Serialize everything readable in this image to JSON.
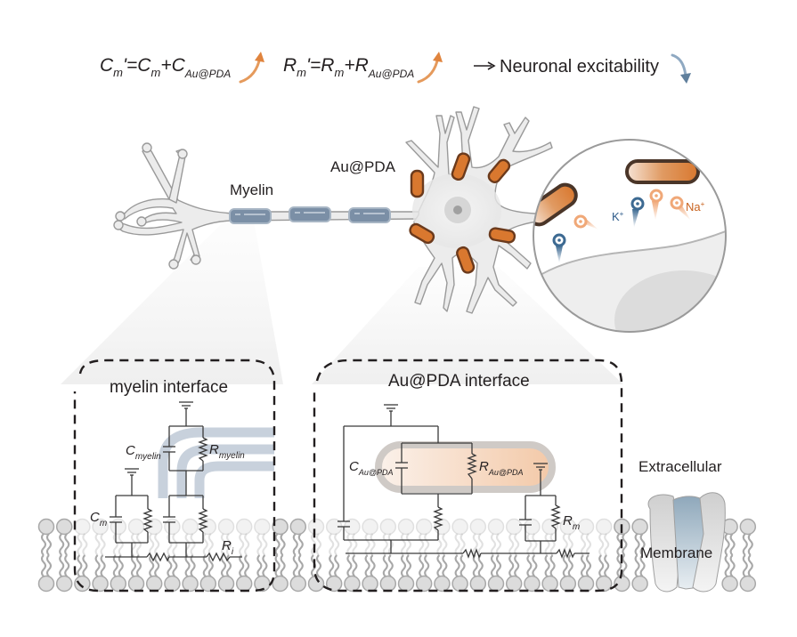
{
  "equation": {
    "cm_prime": "C",
    "cm_prime_sub": "m",
    "cm_prime_tail": "'=C",
    "cm_sub": "m",
    "cm_plus": "+C",
    "cm_au_sub": "Au@PDA",
    "rm_prime": "R",
    "rm_prime_sub": "m",
    "rm_prime_tail": "'=R",
    "rm_sub": "m",
    "rm_plus": "+R",
    "rm_au_sub": "Au@PDA",
    "result_text": "Neuronal excitability",
    "increase_icon": "arrow-up-curved-orange",
    "decrease_icon": "arrow-down-curved-blue",
    "arrow_icon": "right-arrow"
  },
  "neuron": {
    "myelin_label": "Myelin",
    "nanoparticle_label": "Au@PDA",
    "ions": {
      "potassium": "K",
      "sodium": "Na",
      "charge": "+"
    }
  },
  "panels": {
    "myelin": {
      "title": "myelin interface",
      "c_myelin": "C",
      "c_myelin_sub": "myelin",
      "r_myelin": "R",
      "r_myelin_sub": "myelin",
      "c_m": "C",
      "c_m_sub": "m",
      "r_i": "R",
      "r_i_sub": "i"
    },
    "aupda": {
      "title": "Au@PDA interface",
      "c_au": "C",
      "c_au_sub": "Au@PDA",
      "r_au": "R",
      "r_au_sub": "Au@PDA",
      "r_m": "R",
      "r_m_sub": "m"
    }
  },
  "membrane": {
    "extracellular_label": "Extracellular",
    "membrane_label": "Membrane"
  },
  "colors": {
    "orange": "#d9782f",
    "orange_dark": "#6b3a1c",
    "myelin_blue": "#7b8fa6",
    "potassium_blue": "#3d6a92",
    "sodium_orange": "#f0a878",
    "na_text": "#c8621e",
    "k_text": "#2e5b8a"
  }
}
